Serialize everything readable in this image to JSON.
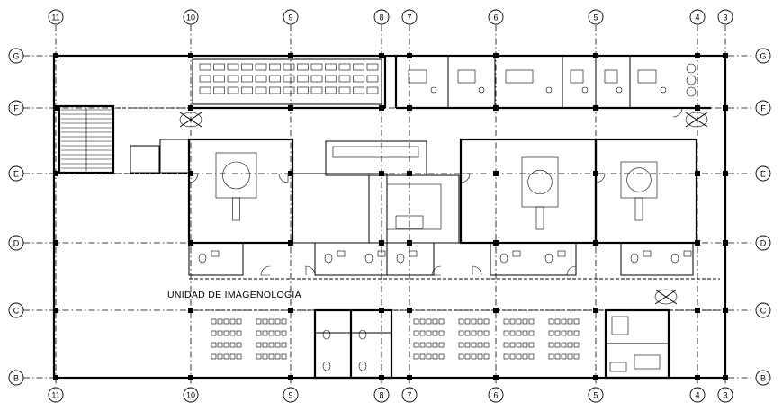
{
  "plan": {
    "title": "UNIDAD DE IMAGENOLOGIA",
    "axes_vertical": [
      "11",
      "10",
      "9",
      "8",
      "7",
      "6",
      "5",
      "4",
      "3"
    ],
    "axes_horizontal": [
      "G",
      "F",
      "E",
      "D",
      "C",
      "B"
    ]
  }
}
